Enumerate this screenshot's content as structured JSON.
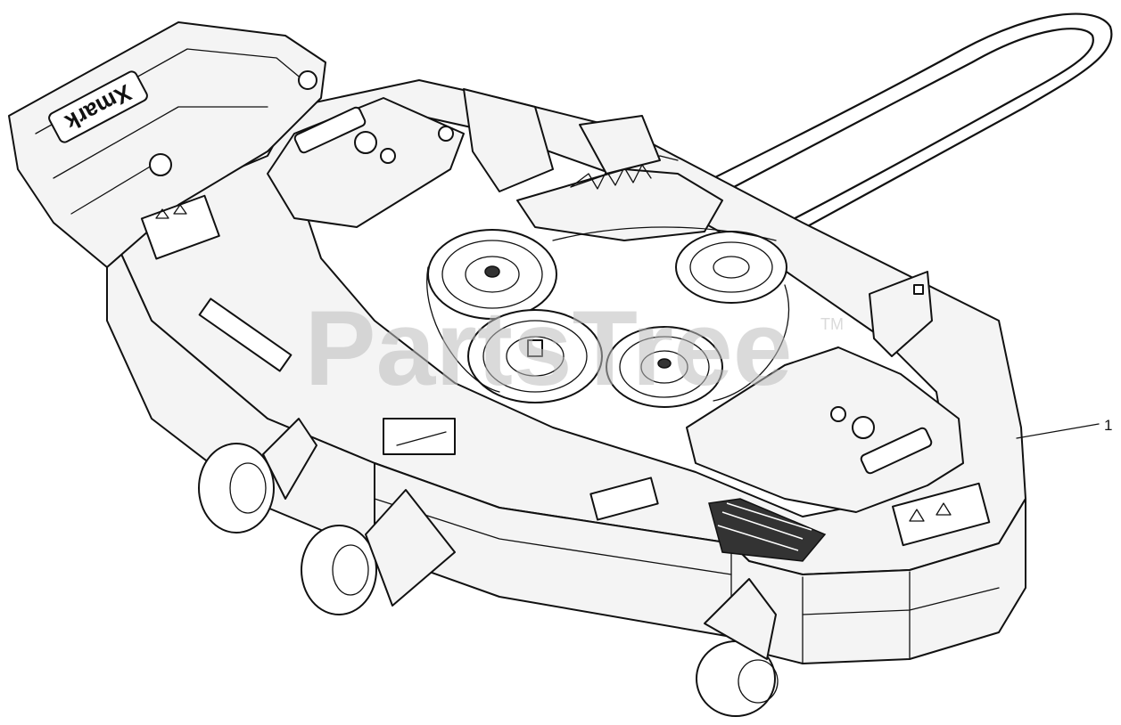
{
  "diagram": {
    "callout_number": "1",
    "watermark_text": "PartsTree",
    "watermark_trademark": "TM",
    "deck_logo_text": "Xmark",
    "colors": {
      "line": "#111111",
      "background": "#ffffff",
      "watermark": "#d9d9d9"
    }
  }
}
